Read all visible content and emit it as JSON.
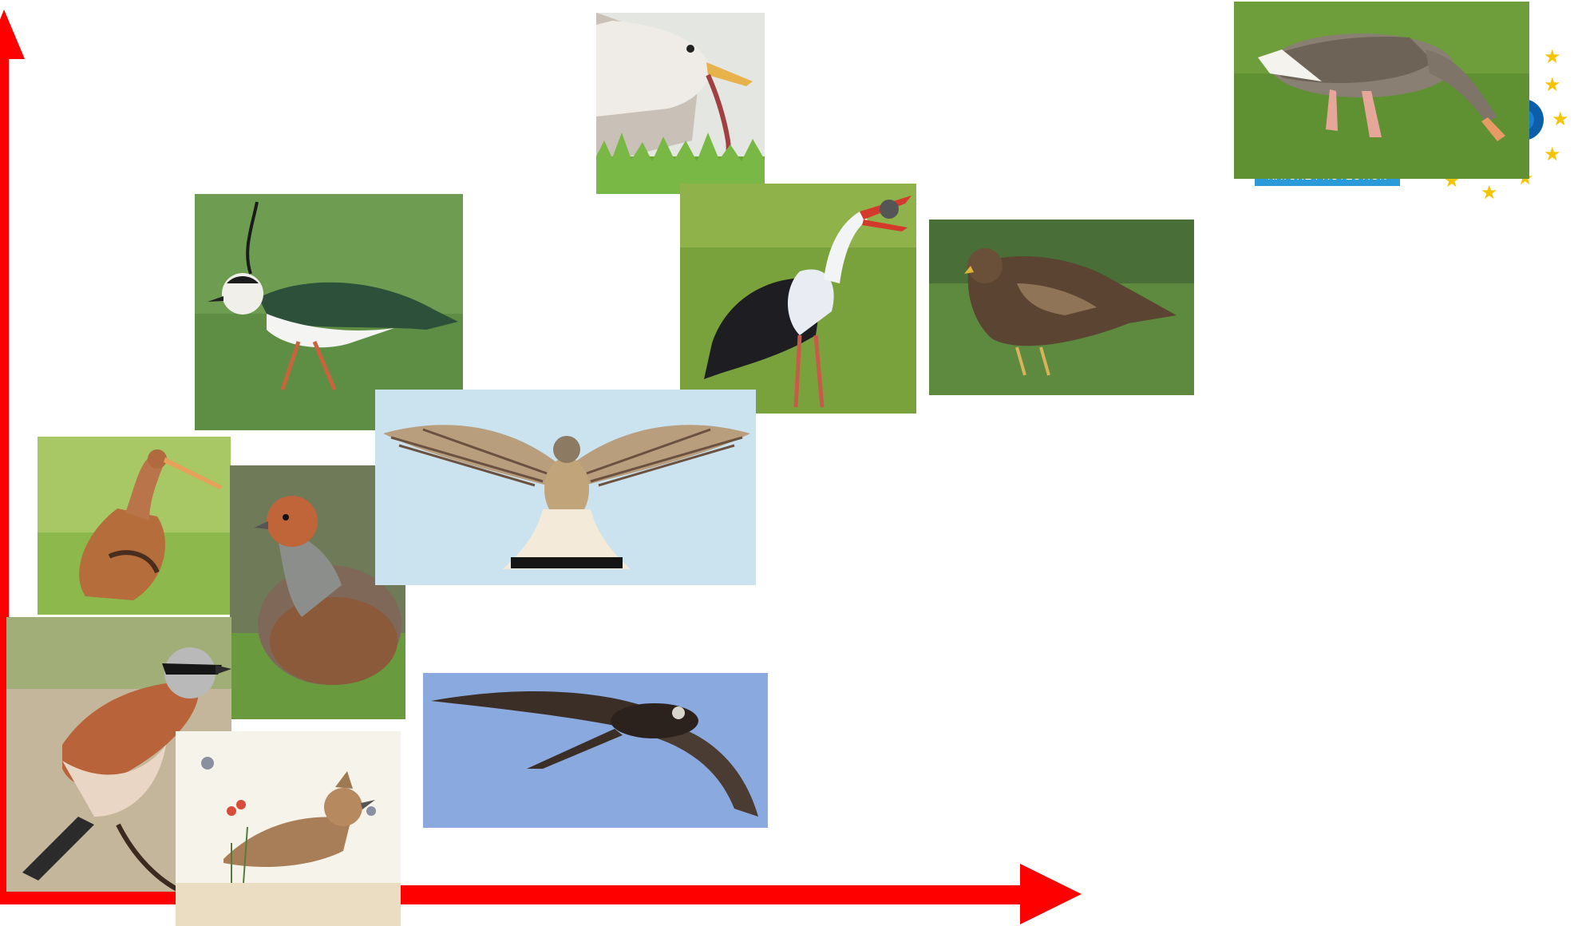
{
  "diagram": {
    "axis_color": "#ff0000",
    "badge": {
      "label": "NATURE PROTECTION",
      "colors": {
        "banner": "#2a9ad8",
        "stars": "#f5c400",
        "flower": "#0b5ea8"
      }
    },
    "photos": [
      {
        "id": "gull",
        "subject": "gull-eating-worm-photo"
      },
      {
        "id": "goose",
        "subject": "greylag-goose-photo"
      },
      {
        "id": "lapwing",
        "subject": "northern-lapwing-photo"
      },
      {
        "id": "stork",
        "subject": "white-stork-photo"
      },
      {
        "id": "buzzard",
        "subject": "common-buzzard-photo"
      },
      {
        "id": "kestrel",
        "subject": "common-kestrel-photo"
      },
      {
        "id": "godwit",
        "subject": "black-tailed-godwit-photo"
      },
      {
        "id": "partridge",
        "subject": "grey-partridge-photo"
      },
      {
        "id": "shrike",
        "subject": "red-backed-shrike-photo"
      },
      {
        "id": "skylark",
        "subject": "skylark-illustration"
      },
      {
        "id": "swift",
        "subject": "common-swift-photo"
      }
    ]
  }
}
